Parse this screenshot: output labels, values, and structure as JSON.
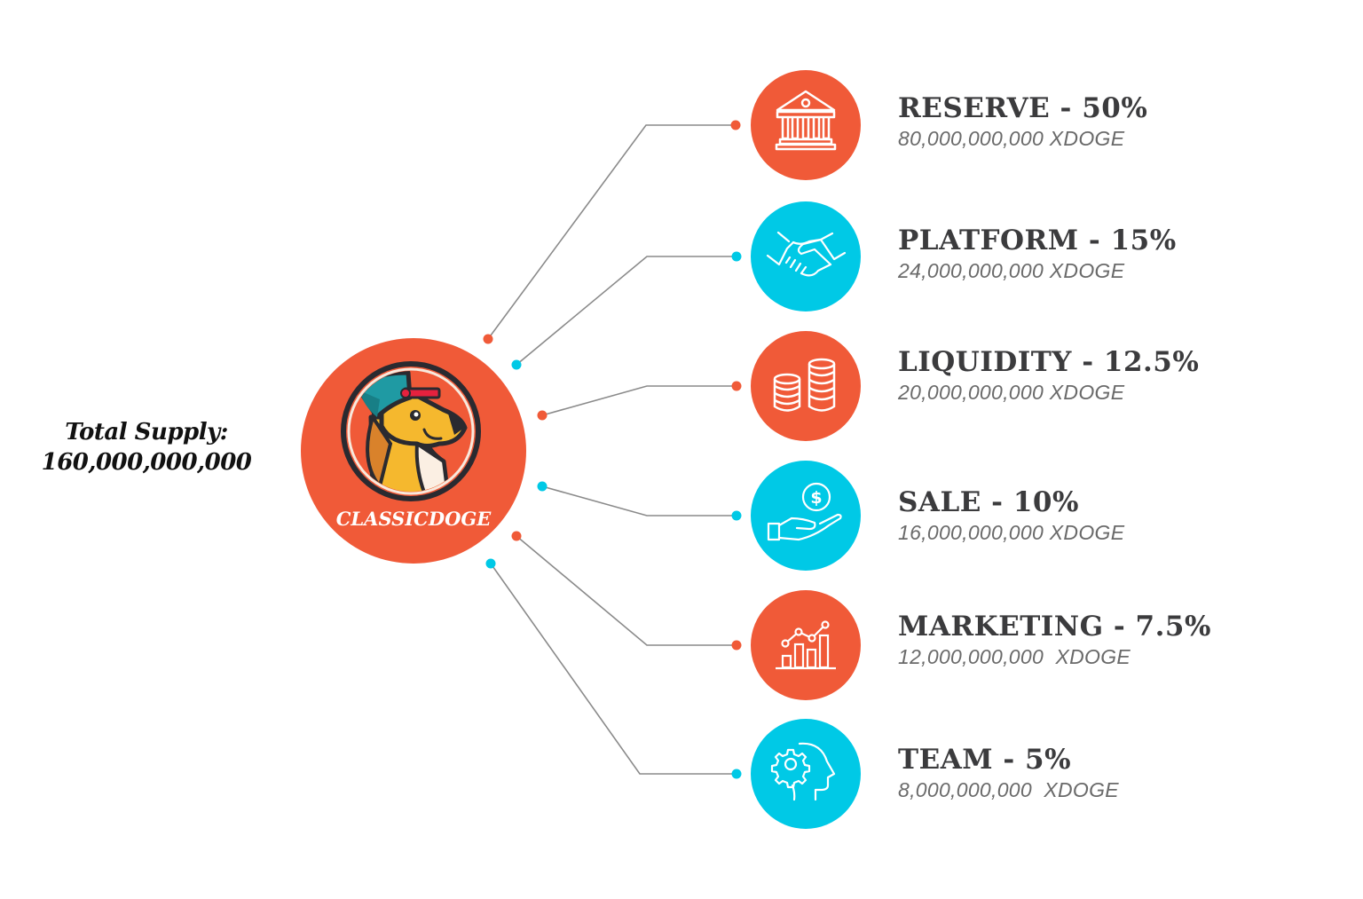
{
  "total_supply": {
    "label": "Total Supply:",
    "value": "160,000,000,000"
  },
  "brand": {
    "name": "CLASSICDOGE",
    "colors": {
      "orange": "#F05A38",
      "cyan": "#00C9E6",
      "text_dark": "#3B3B3D",
      "text_gray": "#6A6A6A",
      "connector": "#8A8A8A"
    }
  },
  "allocations": [
    {
      "name": "RESERVE",
      "percent": 50,
      "title": "RESERVE - 50%",
      "amount": "80,000,000,000 XDOGE",
      "icon": "bank-icon",
      "color": "orange"
    },
    {
      "name": "PLATFORM",
      "percent": 15,
      "title": "PLATFORM - 15%",
      "amount": "24,000,000,000 XDOGE",
      "icon": "handshake-icon",
      "color": "cyan"
    },
    {
      "name": "LIQUIDITY",
      "percent": 12.5,
      "title": "LIQUIDITY - 12.5%",
      "amount": "20,000,000,000 XDOGE",
      "icon": "coin-stacks-icon",
      "color": "orange"
    },
    {
      "name": "SALE",
      "percent": 10,
      "title": "SALE - 10%",
      "amount": "16,000,000,000 XDOGE",
      "icon": "hand-dollar-icon",
      "color": "cyan"
    },
    {
      "name": "MARKETING",
      "percent": 7.5,
      "title": "MARKETING - 7.5%",
      "amount": "12,000,000,000  XDOGE",
      "icon": "growth-chart-icon",
      "color": "orange"
    },
    {
      "name": "TEAM",
      "percent": 5,
      "title": "TEAM - 5%",
      "amount": "8,000,000,000  XDOGE",
      "icon": "head-gear-icon",
      "color": "cyan"
    }
  ]
}
